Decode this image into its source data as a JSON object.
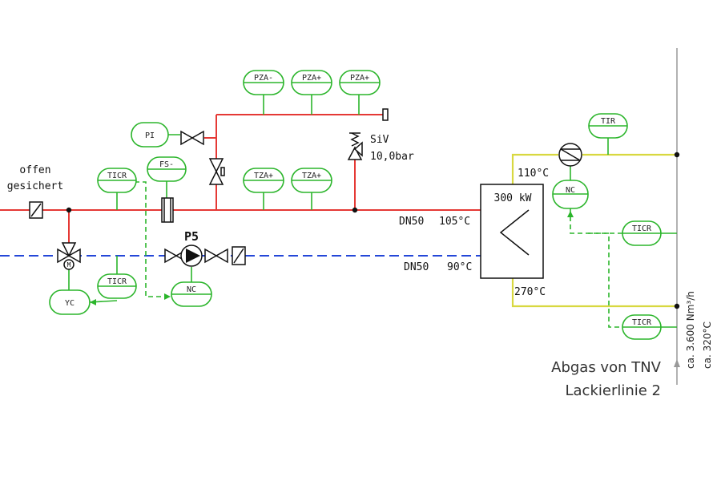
{
  "colors": {
    "supply": "#e53935",
    "return": "#2447d8",
    "exhaust": "#d8d840",
    "instrument": "#2bb52b",
    "symbol": "#111111",
    "border": "#999999"
  },
  "labels": {
    "offen": "offen",
    "gesichert": "gesichert",
    "pump": "P5",
    "siv": "SiV",
    "siv_pressure": "10,0bar",
    "dn50_supply": "DN50",
    "temp_supply": "105°C",
    "dn50_return": "DN50",
    "temp_return": "90°C",
    "hx_power": "300 kW",
    "temp_hx_top": "110°C",
    "temp_hx_bottom": "270°C",
    "abgas_line1": "Abgas von TNV",
    "abgas_line2": "Lackierlinie 2",
    "flow_rate": "ca. 3.600 Nm³/h",
    "flow_temp": "ca. 320°C"
  },
  "instruments": {
    "pza_minus": "PZA-",
    "pza_plus_1": "PZA+",
    "pza_plus_2": "PZA+",
    "pi": "PI",
    "fs_minus": "FS-",
    "ticr_left": "TICR",
    "tza_plus_1": "TZA+",
    "tza_plus_2": "TZA+",
    "ticr_bottom": "TICR",
    "yc": "YC",
    "nc_pump": "NC",
    "tir": "TIR",
    "nc_fan": "NC",
    "ticr_right_top": "TICR",
    "ticr_right_bottom": "TICR"
  }
}
